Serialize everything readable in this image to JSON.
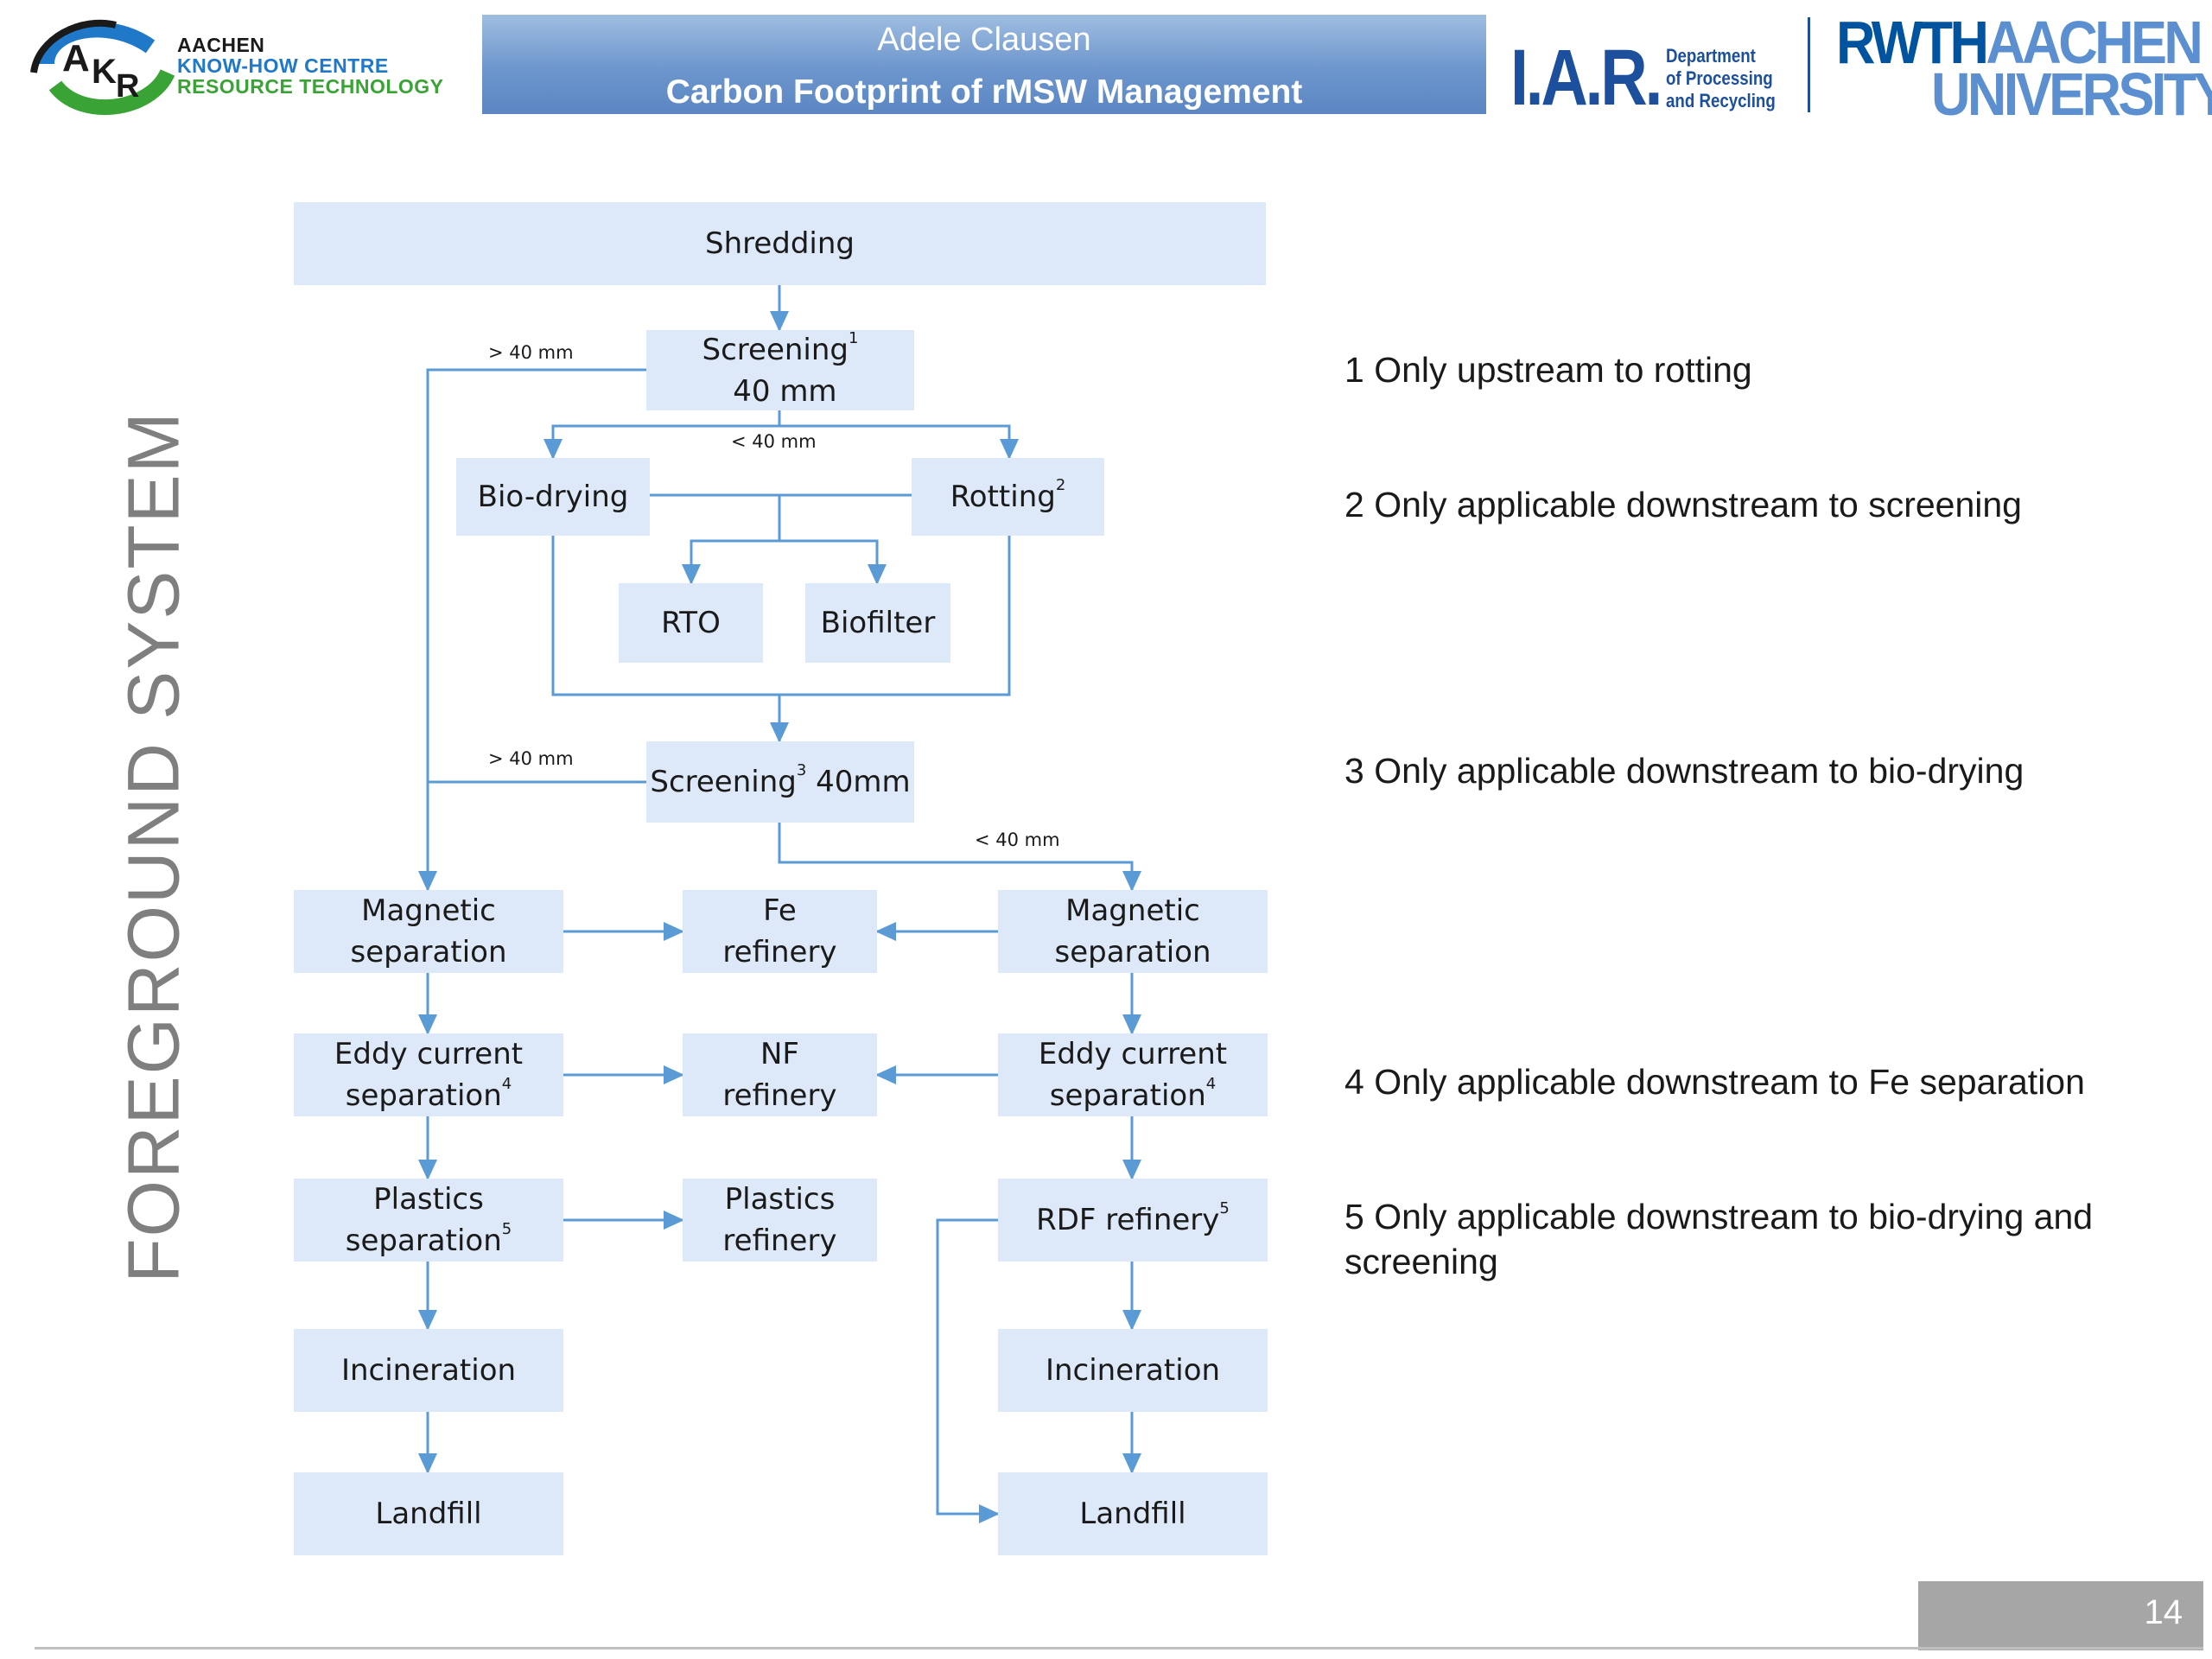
{
  "header": {
    "akr_logo": {
      "mark": "AKR",
      "lines": [
        "AACHEN",
        "KNOW-HOW CENTRE",
        "RESOURCE TECHNOLOGY"
      ]
    },
    "author": "Adele Clausen",
    "title": "Carbon Footprint of rMSW Management",
    "iar_logo": {
      "mark": "I.A.R.",
      "lines": [
        "Department",
        "of Processing",
        "and Recycling"
      ]
    },
    "rwth_logo": {
      "line1_bold": "RWTH",
      "line1_light": "AACHEN",
      "line2": "UNIVERSITY"
    }
  },
  "side_label": "FOREGROUND SYSTEM",
  "flowchart": {
    "colors": {
      "node_fill": "#dde8f8",
      "edge": "#5b9bd5"
    },
    "nodes": {
      "shredding": "Shredding",
      "screening1": {
        "text": "Screening",
        "sup": "1",
        "suffix": " 40 mm"
      },
      "biodrying": "Bio-drying",
      "rotting": {
        "text": "Rotting",
        "sup": "2"
      },
      "rto": "RTO",
      "biofilter": "Biofilter",
      "screening3": {
        "text": "Screening",
        "sup": "3",
        "suffix": " 40mm"
      },
      "mag_left": "Magnetic\nseparation",
      "fe_refinery": "Fe\nrefinery",
      "mag_right": "Magnetic\nseparation",
      "eddy_left": {
        "line1": "Eddy current",
        "line2": "separation",
        "sup": "4"
      },
      "nf_refinery": "NF\nrefinery",
      "eddy_right": {
        "line1": "Eddy current",
        "line2": "separation",
        "sup": "4"
      },
      "plastics_sep": {
        "line1": "Plastics",
        "line2": "separation",
        "sup": "5"
      },
      "plastics_ref": "Plastics\nrefinery",
      "rdf_refinery": {
        "text": "RDF refinery",
        "sup": "5"
      },
      "incin_left": "Incineration",
      "incin_right": "Incineration",
      "landfill_left": "Landfill",
      "landfill_right": "Landfill"
    },
    "edge_labels": {
      "s1_over": "> 40 mm",
      "s1_under": "< 40 mm",
      "s3_over": "> 40 mm",
      "s3_under": "< 40 mm"
    }
  },
  "footnotes": [
    "1 Only upstream to rotting",
    "2 Only applicable downstream to screening",
    "3 Only applicable downstream to bio-drying",
    "4 Only applicable downstream to Fe separation",
    "5 Only applicable downstream to bio-drying and screening"
  ],
  "page_number": "14"
}
